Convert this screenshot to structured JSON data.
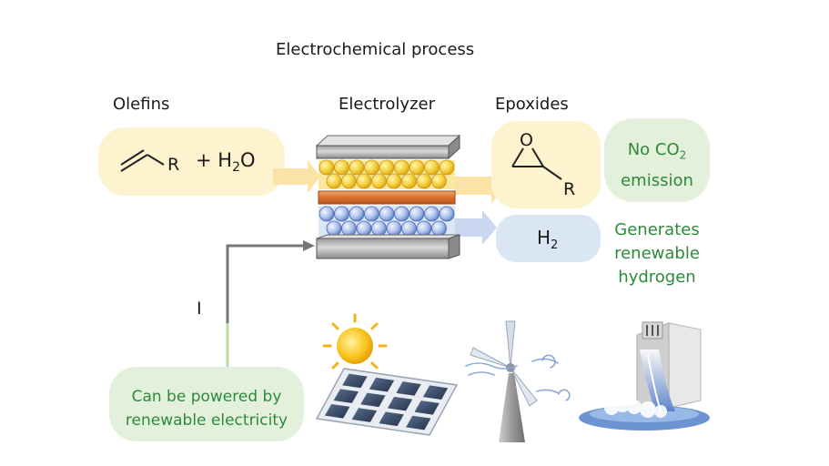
{
  "title": "Electrochemical process",
  "labels": {
    "olefins": "Olefins",
    "electrolyzer": "Electrolyzer",
    "epoxides": "Epoxides",
    "current": "I"
  },
  "reactants": {
    "r_group": "R",
    "plus": "+ H",
    "water_sub": "2",
    "water_tail": "O"
  },
  "epoxide": {
    "oxygen": "O",
    "r_group": "R"
  },
  "hydrogen": {
    "symbol": "H",
    "sub": "2"
  },
  "benefits": {
    "no_co2_line1_pre": "No CO",
    "no_co2_line1_sub": "2",
    "no_co2_line2": "emission",
    "hydrogen_line1": "Generates",
    "hydrogen_line2": "renewable",
    "hydrogen_line3": "hydrogen",
    "power_line1": "Can be powered by",
    "power_line2": "renewable electricity"
  },
  "icons": [
    "sun-icon",
    "solar-panel-icon",
    "wind-turbine-icon",
    "hydro-dam-icon"
  ],
  "colors": {
    "yellow_bubble": "#fdf3cf",
    "blue_bubble": "#dbe6f5",
    "green_bubble": "#e3f1dc",
    "green_text": "#2c8a3a",
    "gold": "#f2c531",
    "copper": "#d9712e",
    "blue_bead": "#9fb7e6"
  }
}
